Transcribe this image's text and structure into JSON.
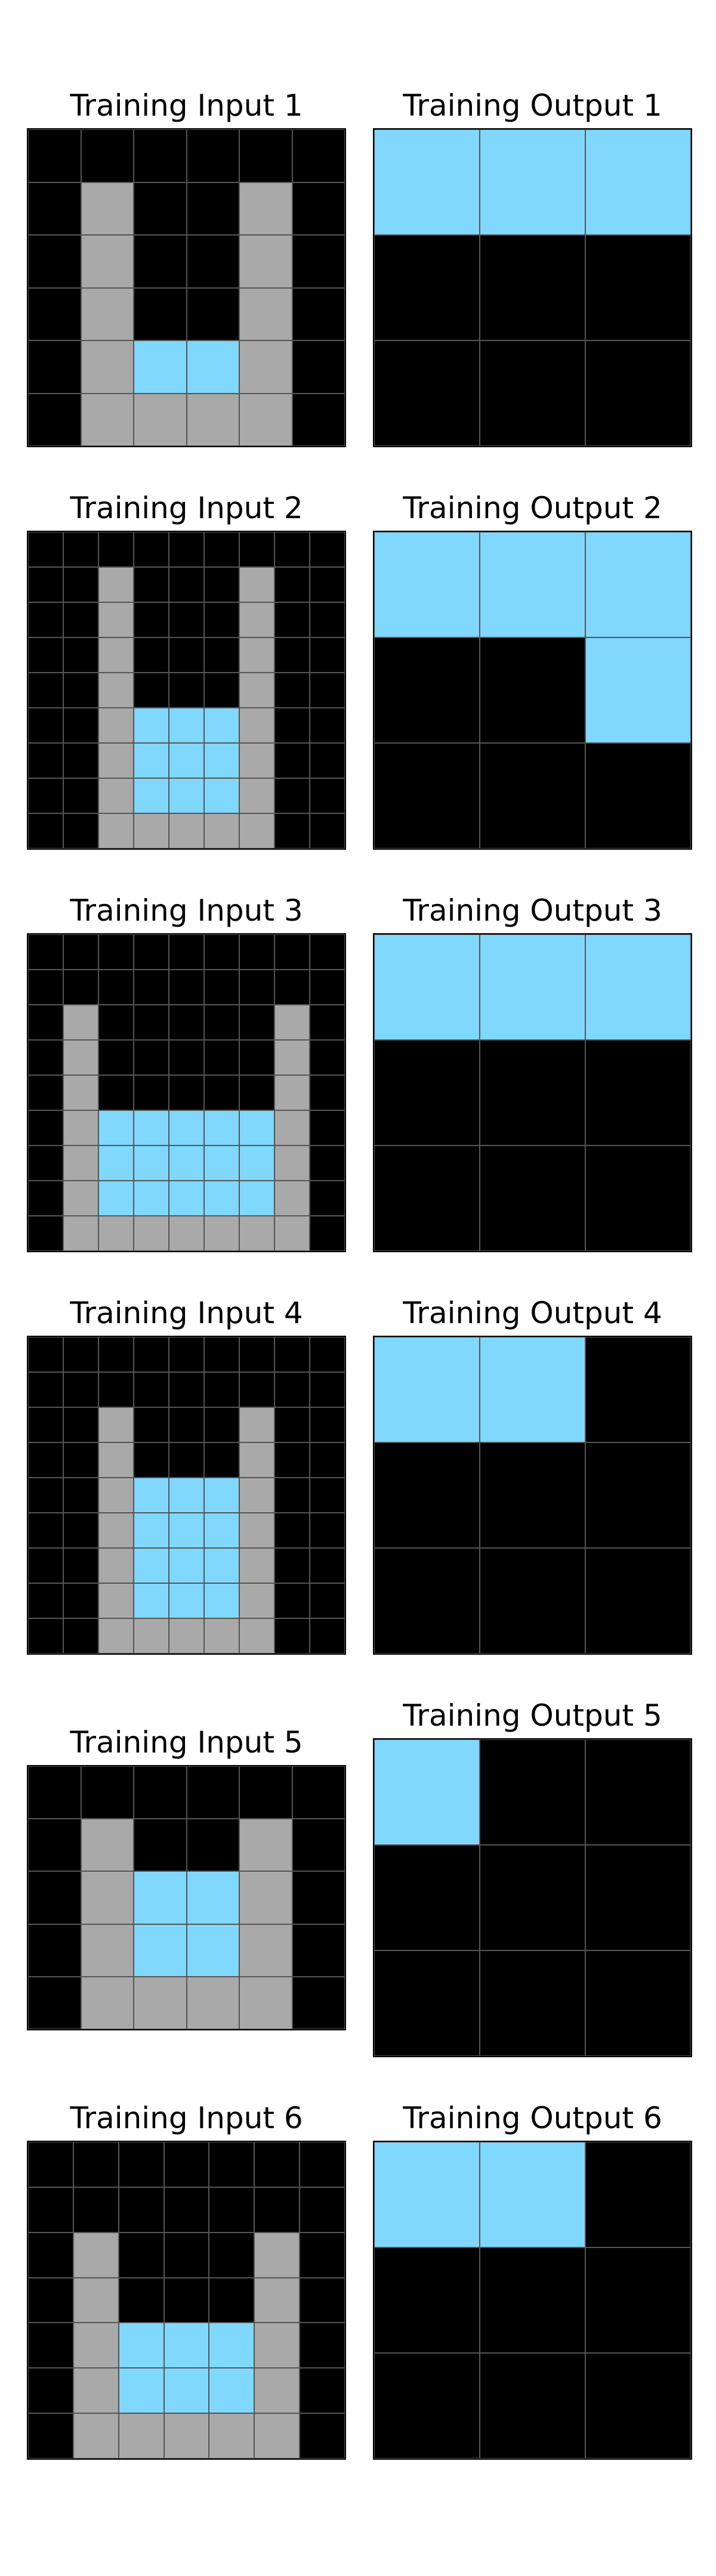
{
  "colors": {
    "0": "#000000",
    "5": "#a9a9a9",
    "8": "#80d8ff"
  },
  "pairs": [
    {
      "input_title": "Training Input 1",
      "output_title": "Training Output 1",
      "input": [
        [
          0,
          0,
          0,
          0,
          0,
          0
        ],
        [
          0,
          5,
          0,
          0,
          5,
          0
        ],
        [
          0,
          5,
          0,
          0,
          5,
          0
        ],
        [
          0,
          5,
          0,
          0,
          5,
          0
        ],
        [
          0,
          5,
          8,
          8,
          5,
          0
        ],
        [
          0,
          5,
          5,
          5,
          5,
          0
        ]
      ],
      "output": [
        [
          8,
          8,
          8
        ],
        [
          0,
          0,
          0
        ],
        [
          0,
          0,
          0
        ]
      ]
    },
    {
      "input_title": "Training Input 2",
      "output_title": "Training Output 2",
      "input": [
        [
          0,
          0,
          0,
          0,
          0,
          0,
          0,
          0,
          0
        ],
        [
          0,
          0,
          5,
          0,
          0,
          0,
          5,
          0,
          0
        ],
        [
          0,
          0,
          5,
          0,
          0,
          0,
          5,
          0,
          0
        ],
        [
          0,
          0,
          5,
          0,
          0,
          0,
          5,
          0,
          0
        ],
        [
          0,
          0,
          5,
          0,
          0,
          0,
          5,
          0,
          0
        ],
        [
          0,
          0,
          5,
          8,
          8,
          8,
          5,
          0,
          0
        ],
        [
          0,
          0,
          5,
          8,
          8,
          8,
          5,
          0,
          0
        ],
        [
          0,
          0,
          5,
          8,
          8,
          8,
          5,
          0,
          0
        ],
        [
          0,
          0,
          5,
          5,
          5,
          5,
          5,
          0,
          0
        ]
      ],
      "output": [
        [
          8,
          8,
          8
        ],
        [
          0,
          0,
          8
        ],
        [
          0,
          0,
          0
        ]
      ]
    },
    {
      "input_title": "Training Input 3",
      "output_title": "Training Output 3",
      "input": [
        [
          0,
          0,
          0,
          0,
          0,
          0,
          0,
          0,
          0
        ],
        [
          0,
          0,
          0,
          0,
          0,
          0,
          0,
          0,
          0
        ],
        [
          0,
          5,
          0,
          0,
          0,
          0,
          0,
          5,
          0
        ],
        [
          0,
          5,
          0,
          0,
          0,
          0,
          0,
          5,
          0
        ],
        [
          0,
          5,
          0,
          0,
          0,
          0,
          0,
          5,
          0
        ],
        [
          0,
          5,
          8,
          8,
          8,
          8,
          8,
          5,
          0
        ],
        [
          0,
          5,
          8,
          8,
          8,
          8,
          8,
          5,
          0
        ],
        [
          0,
          5,
          8,
          8,
          8,
          8,
          8,
          5,
          0
        ],
        [
          0,
          5,
          5,
          5,
          5,
          5,
          5,
          5,
          0
        ]
      ],
      "output": [
        [
          8,
          8,
          8
        ],
        [
          0,
          0,
          0
        ],
        [
          0,
          0,
          0
        ]
      ]
    },
    {
      "input_title": "Training Input 4",
      "output_title": "Training Output 4",
      "input": [
        [
          0,
          0,
          0,
          0,
          0,
          0,
          0,
          0,
          0
        ],
        [
          0,
          0,
          0,
          0,
          0,
          0,
          0,
          0,
          0
        ],
        [
          0,
          0,
          5,
          0,
          0,
          0,
          5,
          0,
          0
        ],
        [
          0,
          0,
          5,
          0,
          0,
          0,
          5,
          0,
          0
        ],
        [
          0,
          0,
          5,
          8,
          8,
          8,
          5,
          0,
          0
        ],
        [
          0,
          0,
          5,
          8,
          8,
          8,
          5,
          0,
          0
        ],
        [
          0,
          0,
          5,
          8,
          8,
          8,
          5,
          0,
          0
        ],
        [
          0,
          0,
          5,
          8,
          8,
          8,
          5,
          0,
          0
        ],
        [
          0,
          0,
          5,
          5,
          5,
          5,
          5,
          0,
          0
        ]
      ],
      "output": [
        [
          8,
          8,
          0
        ],
        [
          0,
          0,
          0
        ],
        [
          0,
          0,
          0
        ]
      ]
    },
    {
      "input_title": "Training Input 5",
      "output_title": "Training Output 5",
      "input": [
        [
          0,
          0,
          0,
          0,
          0,
          0
        ],
        [
          0,
          5,
          0,
          0,
          5,
          0
        ],
        [
          0,
          5,
          8,
          8,
          5,
          0
        ],
        [
          0,
          5,
          8,
          8,
          5,
          0
        ],
        [
          0,
          5,
          5,
          5,
          5,
          0
        ]
      ],
      "output": [
        [
          8,
          0,
          0
        ],
        [
          0,
          0,
          0
        ],
        [
          0,
          0,
          0
        ]
      ]
    },
    {
      "input_title": "Training Input 6",
      "output_title": "Training Output 6",
      "input": [
        [
          0,
          0,
          0,
          0,
          0,
          0,
          0
        ],
        [
          0,
          0,
          0,
          0,
          0,
          0,
          0
        ],
        [
          0,
          5,
          0,
          0,
          0,
          5,
          0
        ],
        [
          0,
          5,
          0,
          0,
          0,
          5,
          0
        ],
        [
          0,
          5,
          8,
          8,
          8,
          5,
          0
        ],
        [
          0,
          5,
          8,
          8,
          8,
          5,
          0
        ],
        [
          0,
          5,
          5,
          5,
          5,
          5,
          0
        ]
      ],
      "output": [
        [
          8,
          8,
          0
        ],
        [
          0,
          0,
          0
        ],
        [
          0,
          0,
          0
        ]
      ]
    }
  ]
}
